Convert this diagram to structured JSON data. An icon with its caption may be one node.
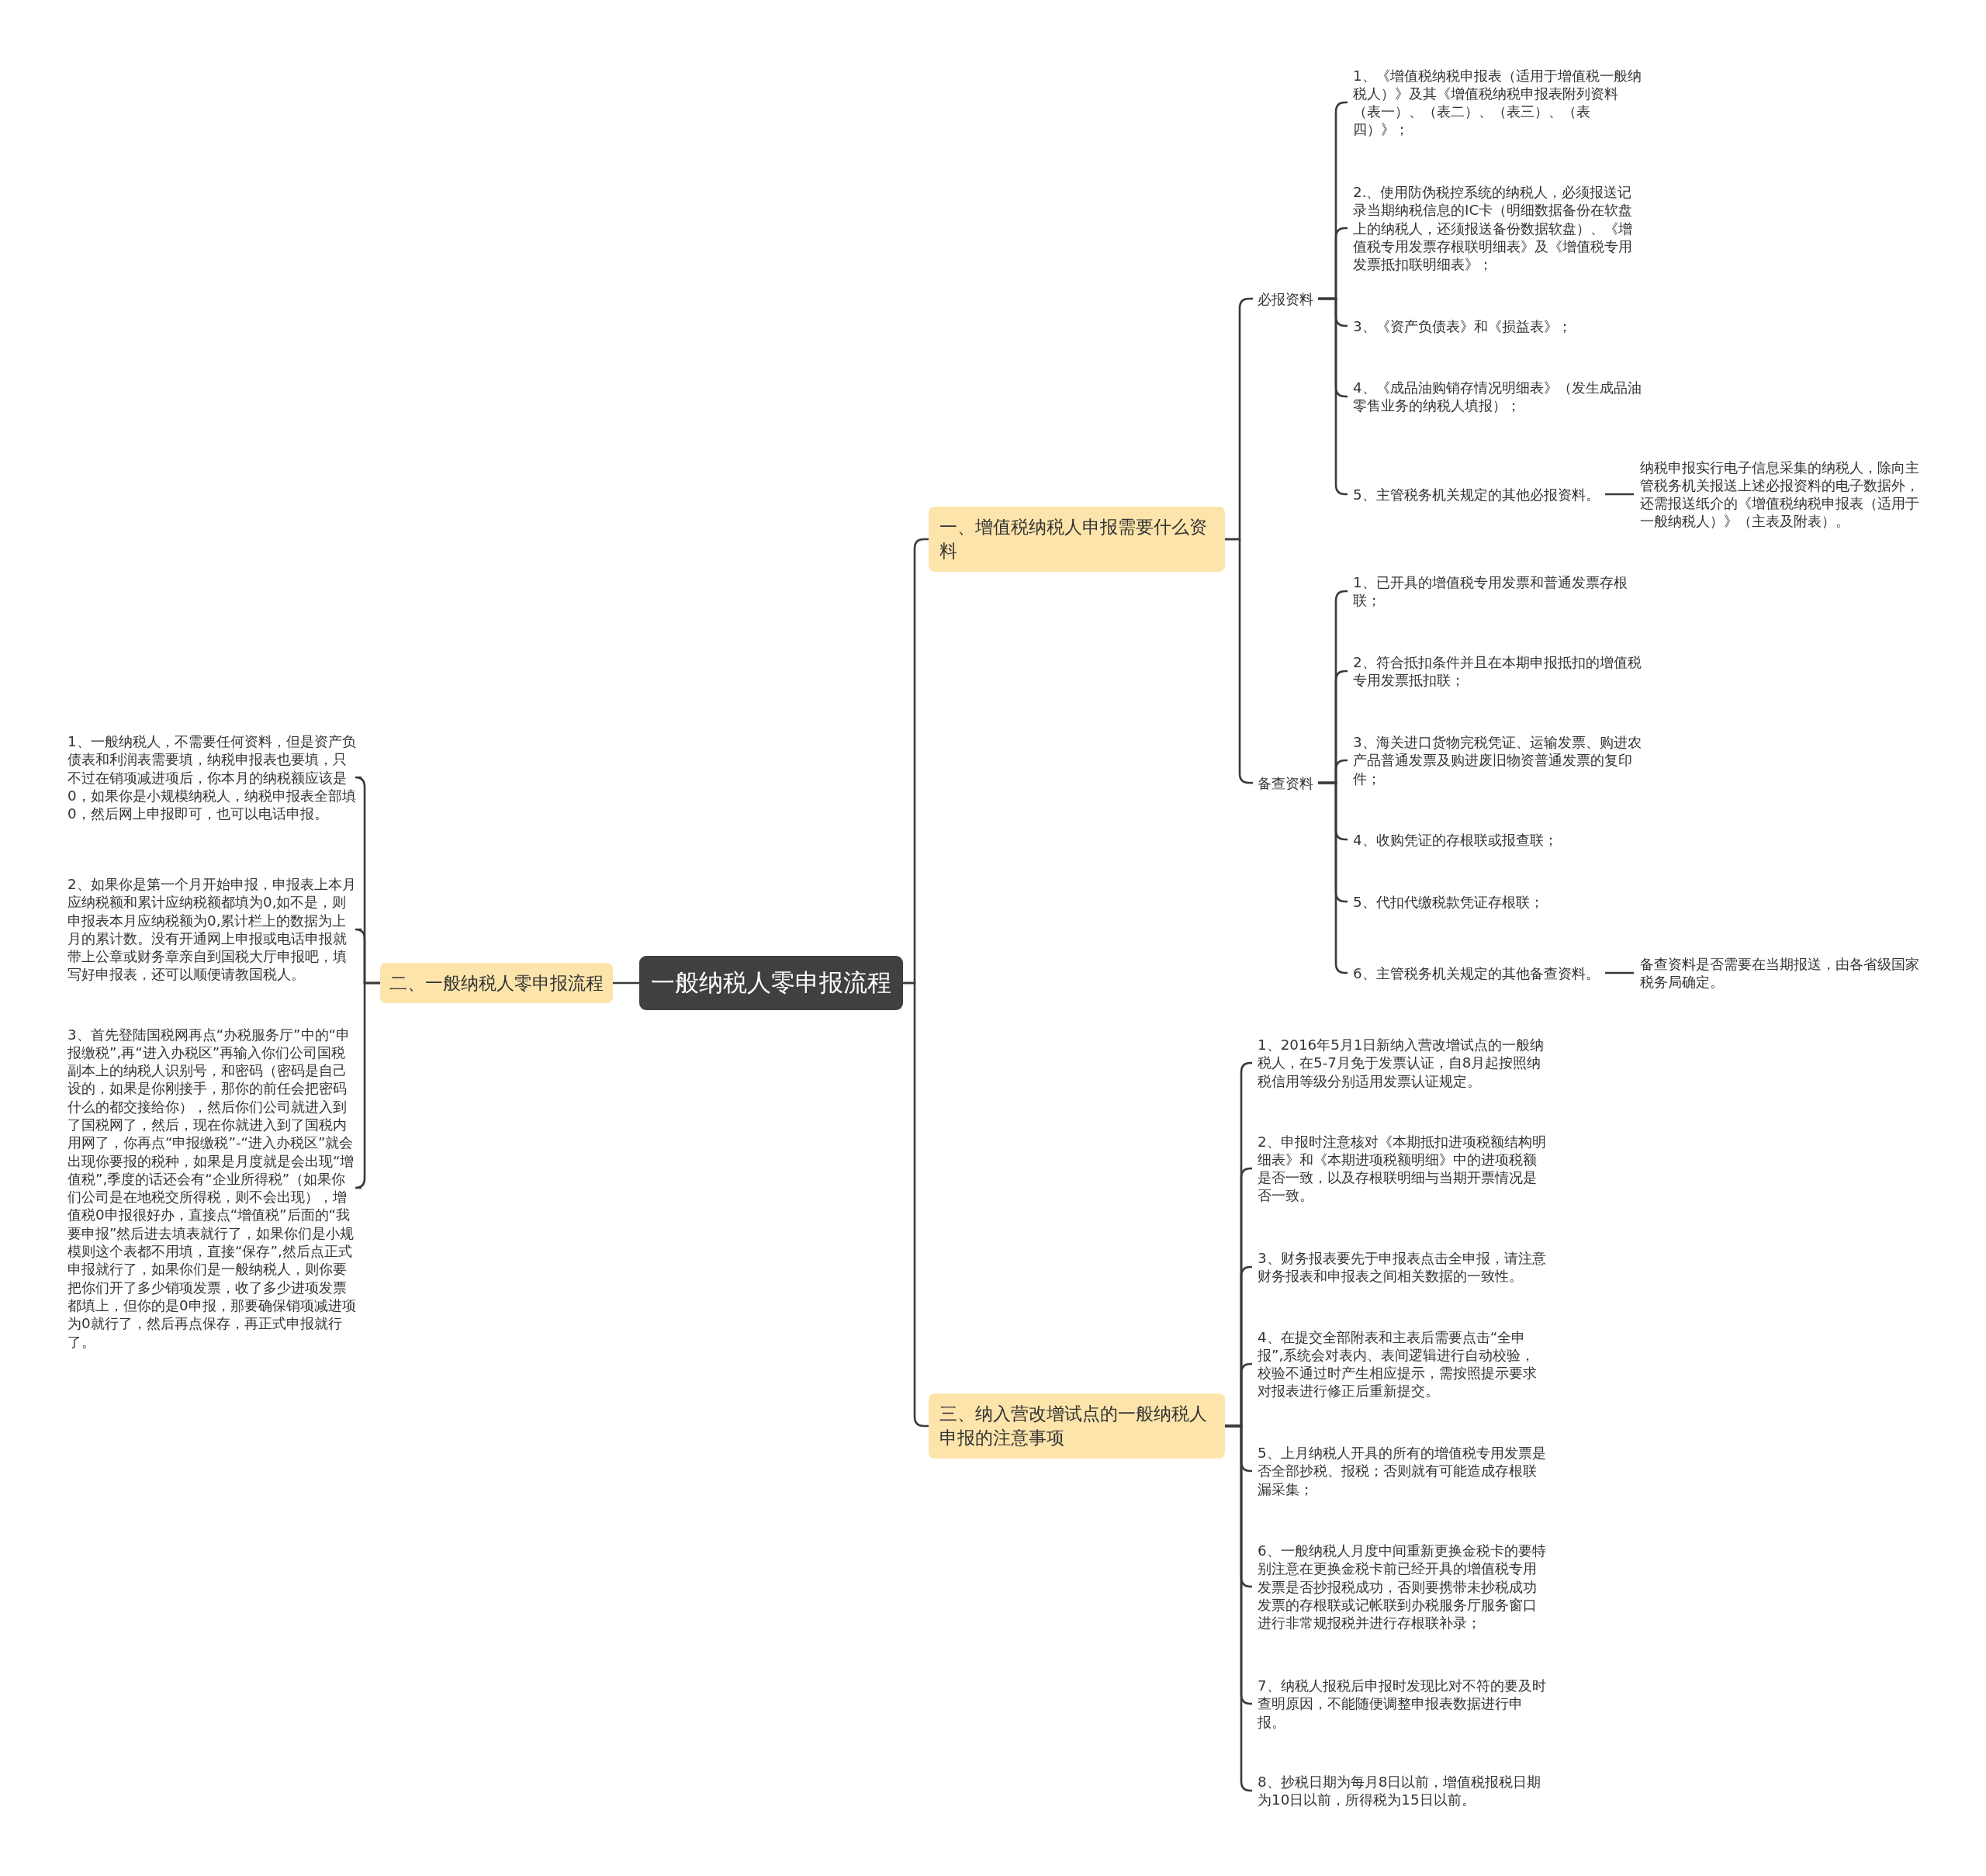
{
  "diagram": {
    "nodes": [
      {
        "text": [
          "一般纳税人零申报流程"
        ]
      },
      {
        "text": [
          "一、增值税纳税人申报需要什么资料"
        ]
      },
      {
        "text": [
          "必报资料"
        ]
      },
      {
        "text": [
          "1、《增值税纳税申报表（适用于增值税一般纳税人）》及其《增值税纳税申报表附列资料（表一）、（表二）、（表三）、（表四）》；"
        ]
      },
      {
        "text": [
          "2.、使用防伪税控系统的纳税人，必须报送记录当期纳税信息的IC卡（明细数据备份在软盘上的纳税人，还须报送备份数据软盘）、《增值税专用发票存根联明细表》及《增值税专用发票抵扣联明细表》；"
        ]
      },
      {
        "text": [
          "3、《资产负债表》和《损益表》；"
        ]
      },
      {
        "text": [
          "4、《成品油购销存情况明细表》（发生成品油零售业务的纳税人填报）；"
        ]
      },
      {
        "text": [
          "5、主管税务机关规定的其他必报资料。"
        ]
      },
      {
        "text": [
          "纳税申报实行电子信息采集的纳税人，除向主管税务机关报送上述必报资料的电子数据外，还需报送纸介的《增值税纳税申报表（适用于一般纳税人）》（主表及附表）。"
        ]
      },
      {
        "text": [
          "备查资料"
        ]
      },
      {
        "text": [
          "1、已开具的增值税专用发票和普通发票存根联；"
        ]
      },
      {
        "text": [
          "2、符合抵扣条件并且在本期申报抵扣的增值税专用发票抵扣联；"
        ]
      },
      {
        "text": [
          "3、海关进口货物完税凭证、运输发票、购进农产品普通发票及购进废旧物资普通发票的复印件；"
        ]
      },
      {
        "text": [
          "4、收购凭证的存根联或报查联；"
        ]
      },
      {
        "text": [
          "5、代扣代缴税款凭证存根联；"
        ]
      },
      {
        "text": [
          "6、主管税务机关规定的其他备查资料。"
        ]
      },
      {
        "text": [
          "备查资料是否需要在当期报送，由各省级国家税务局确定。"
        ]
      },
      {
        "text": [
          "二、一般纳税人零申报流程"
        ]
      },
      {
        "text": [
          "1、一般纳税人，不需要任何资料，但是资产负债表和利润表需要填，纳税申报表也要填，只不过在销项减进项后，你本月的纳税额应该是0，如果你是小规模纳税人，纳税申报表全部填0，然后网上申报即可，也可以电话申报。"
        ]
      },
      {
        "text": [
          "2、如果你是第一个月开始申报，申报表上本月应纳税额和累计应纳税额都填为0,如不是，则申报表本月应纳税额为0,累计栏上的数据为上月的累计数。没有开通网上申报或电话申报就带上公章或财务章亲自到国税大厅申报吧，填写好申报表，还可以顺便请教国税人。"
        ]
      },
      {
        "text": [
          "3、首先登陆国税网再点“办税服务厅”中的“申报缴税”,再“进入办税区”再输入你们公司国税副本上的纳税人识别号，和密码（密码是自己设的，如果是你刚接手，那你的前任会把密码什么的都交接给你），然后你们公司就进入到了国税网了，然后，现在你就进入到了国税内用网了，你再点“申报缴税”-“进入办税区”就会出现你要报的税种，如果是月度就是会出现“增值税”,季度的话还会有“企业所得税”（如果你们公司是在地税交所得税，则不会出现），增值税0申报很好办，直接点“增值税”后面的“我要申报”然后进去填表就行了，如果你们是小规模则这个表都不用填，直接“保存”,然后点正式申报就行了，如果你们是一般纳税人，则你要把你们开了多少销项发票，收了多少进项发票都填上，但你的是0申报，那要确保销项减进项为0就行了，然后再点保存，再正式申报就行了。"
        ]
      },
      {
        "text": [
          "三、纳入营改增试点的一般纳税人申报的注意事项"
        ]
      },
      {
        "text": [
          "1、2016年5月1日新纳入营改增试点的一般纳税人，在5-7月免于发票认证，自8月起按照纳税信用等级分别适用发票认证规定。"
        ]
      },
      {
        "text": [
          "2、申报时注意核对《本期抵扣进项税额结构明细表》和《本期进项税额明细》中的进项税额是否一致，以及存根联明细与当期开票情况是否一致。"
        ]
      },
      {
        "text": [
          "3、财务报表要先于申报表点击全申报，请注意财务报表和申报表之间相关数据的一致性。"
        ]
      },
      {
        "text": [
          "4、在提交全部附表和主表后需要点击“全申报”,系统会对表内、表间逻辑进行自动校验，校验不通过时产生相应提示，需按照提示要求对报表进行修正后重新提交。"
        ]
      },
      {
        "text": [
          "5、上月纳税人开具的所有的增值税专用发票是否全部抄税、报税；否则就有可能造成存根联漏采集；"
        ]
      },
      {
        "text": [
          "6、一般纳税人月度中间重新更换金税卡的要特别注意在更换金税卡前已经开具的增值税专用发票是否抄报税成功，否则要携带未抄税成功发票的存根联或记帐联到办税服务厅服务窗口进行非常规报税并进行存根联补录；"
        ]
      },
      {
        "text": [
          "7、纳税人报税后申报时发现比对不符的要及时查明原因，不能随便调整申报表数据进行申报。"
        ]
      },
      {
        "text": [
          "8、抄税日期为每月8日以前，增值税报税日期为10日以前，所得税为15日以前。"
        ]
      }
    ],
    "edges": [
      {
        "from": 0,
        "to": 1,
        "arrow": "none"
      },
      {
        "from": 1,
        "to": 2,
        "arrow": "none"
      },
      {
        "from": 2,
        "to": 3,
        "arrow": "none"
      },
      {
        "from": 2,
        "to": 4,
        "arrow": "none"
      },
      {
        "from": 2,
        "to": 5,
        "arrow": "none"
      },
      {
        "from": 2,
        "to": 6,
        "arrow": "none"
      },
      {
        "from": 2,
        "to": 7,
        "arrow": "none"
      },
      {
        "from": 7,
        "to": 8,
        "arrow": "none"
      },
      {
        "from": 1,
        "to": 9,
        "arrow": "none"
      },
      {
        "from": 9,
        "to": 10,
        "arrow": "none"
      },
      {
        "from": 9,
        "to": 11,
        "arrow": "none"
      },
      {
        "from": 9,
        "to": 12,
        "arrow": "none"
      },
      {
        "from": 9,
        "to": 13,
        "arrow": "none"
      },
      {
        "from": 9,
        "to": 14,
        "arrow": "none"
      },
      {
        "from": 9,
        "to": 15,
        "arrow": "none"
      },
      {
        "from": 15,
        "to": 16,
        "arrow": "none"
      },
      {
        "from": 0,
        "to": 17,
        "arrow": "none"
      },
      {
        "from": 17,
        "to": 18,
        "arrow": "none"
      },
      {
        "from": 17,
        "to": 19,
        "arrow": "none"
      },
      {
        "from": 17,
        "to": 20,
        "arrow": "none"
      },
      {
        "from": 0,
        "to": 21,
        "arrow": "none"
      },
      {
        "from": 21,
        "to": 22,
        "arrow": "none"
      },
      {
        "from": 21,
        "to": 23,
        "arrow": "none"
      },
      {
        "from": 21,
        "to": 24,
        "arrow": "none"
      },
      {
        "from": 21,
        "to": 25,
        "arrow": "none"
      },
      {
        "from": 21,
        "to": 26,
        "arrow": "none"
      },
      {
        "from": 21,
        "to": 27,
        "arrow": "none"
      },
      {
        "from": 21,
        "to": 28,
        "arrow": "none"
      },
      {
        "from": 21,
        "to": 29,
        "arrow": "none"
      }
    ]
  }
}
